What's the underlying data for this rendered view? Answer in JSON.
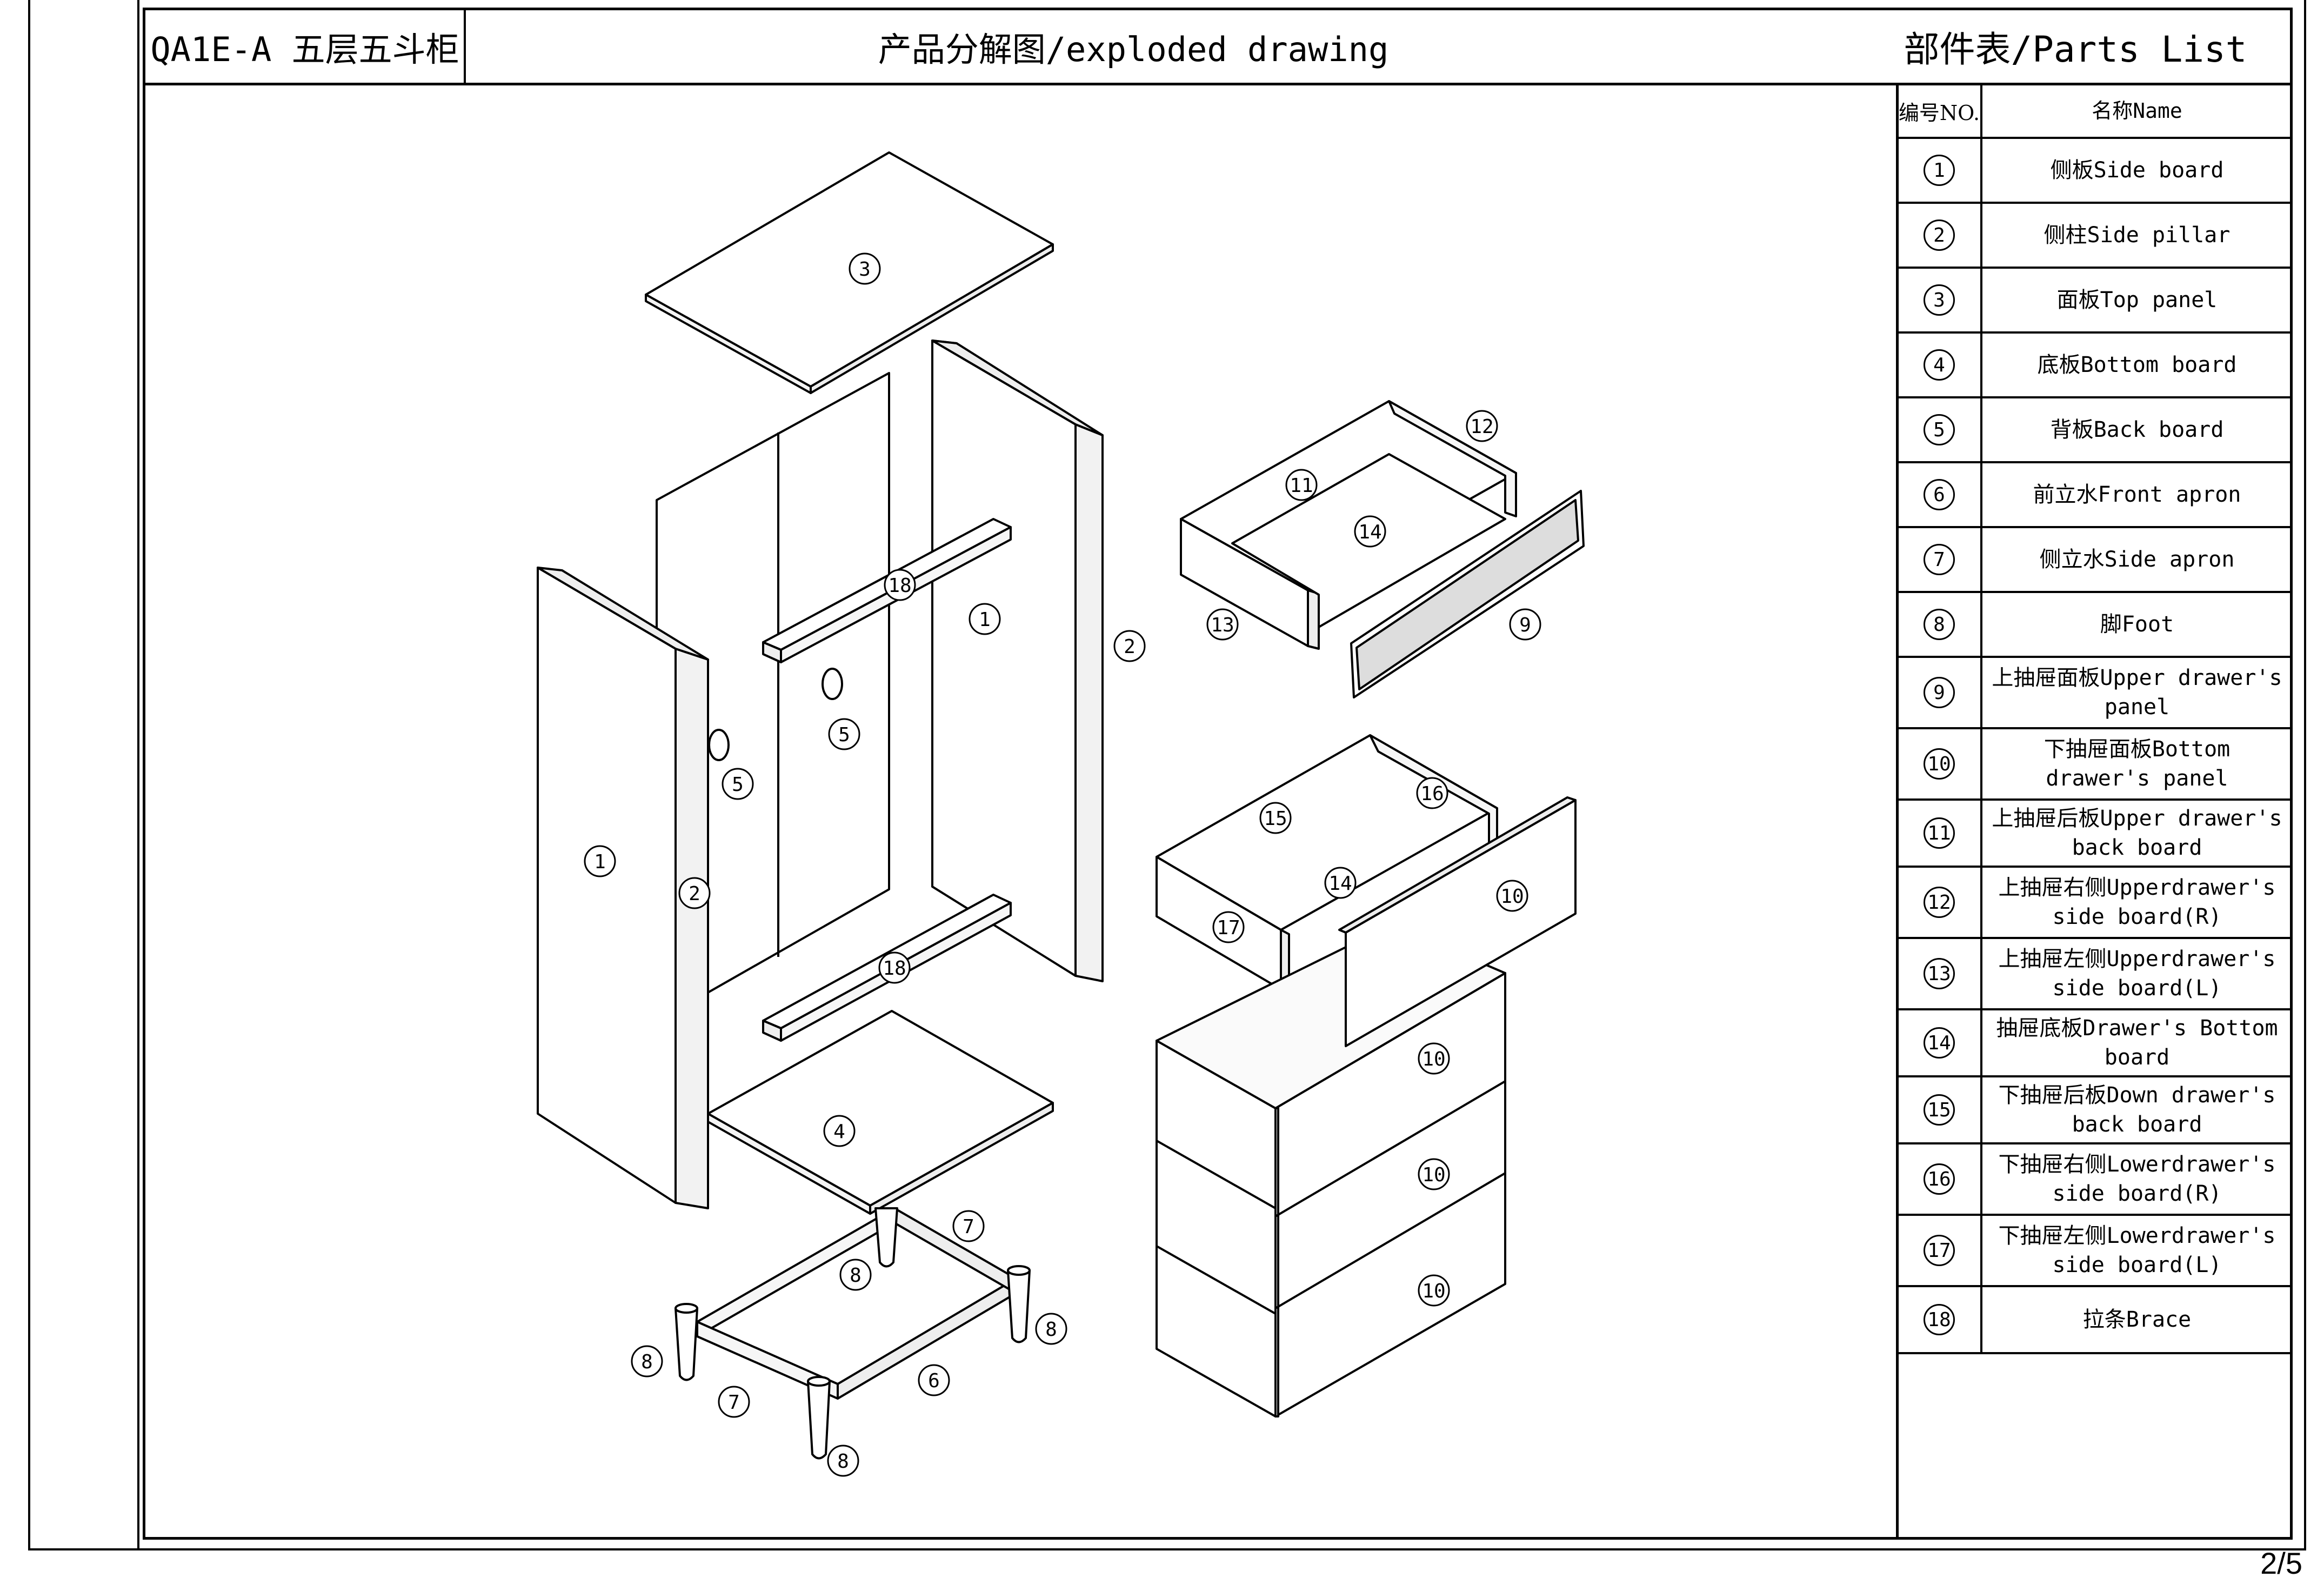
{
  "header": {
    "model": "QA1E-A  五层五斗柜",
    "title": "产品分解图/exploded drawing",
    "parts_title": "部件表/Parts List"
  },
  "table": {
    "col_no": "编号NO.",
    "col_name": "名称Name",
    "rows": [
      {
        "no": "1",
        "name": "侧板Side board"
      },
      {
        "no": "2",
        "name": "侧柱Side pillar"
      },
      {
        "no": "3",
        "name": "面板Top panel"
      },
      {
        "no": "4",
        "name": "底板Bottom board"
      },
      {
        "no": "5",
        "name": "背板Back board"
      },
      {
        "no": "6",
        "name": "前立水Front apron"
      },
      {
        "no": "7",
        "name": "侧立水Side apron"
      },
      {
        "no": "8",
        "name": "脚Foot"
      },
      {
        "no": "9",
        "name": "上抽屉面板Upper drawer's panel"
      },
      {
        "no": "10",
        "name": "下抽屉面板Bottom drawer's panel"
      },
      {
        "no": "11",
        "name": "上抽屉后板Upper drawer's back board"
      },
      {
        "no": "12",
        "name": "上抽屉右侧Upperdrawer's side board(R)"
      },
      {
        "no": "13",
        "name": "上抽屉左侧Upperdrawer's side board(L)"
      },
      {
        "no": "14",
        "name": "抽屉底板Drawer's Bottom board"
      },
      {
        "no": "15",
        "name": "下抽屉后板Down drawer's back board"
      },
      {
        "no": "16",
        "name": "下抽屉右侧Lowerdrawer's side board(R)"
      },
      {
        "no": "17",
        "name": "下抽屉左侧Lowerdrawer's side board(L)"
      },
      {
        "no": "18",
        "name": "拉条Brace"
      }
    ]
  },
  "callouts": [
    "1",
    "1",
    "2",
    "2",
    "3",
    "4",
    "5",
    "5",
    "6",
    "7",
    "7",
    "8",
    "8",
    "8",
    "8",
    "9",
    "10",
    "10",
    "10",
    "10",
    "11",
    "12",
    "13",
    "14",
    "14",
    "15",
    "16",
    "17",
    "18",
    "18"
  ],
  "page": "2/5"
}
